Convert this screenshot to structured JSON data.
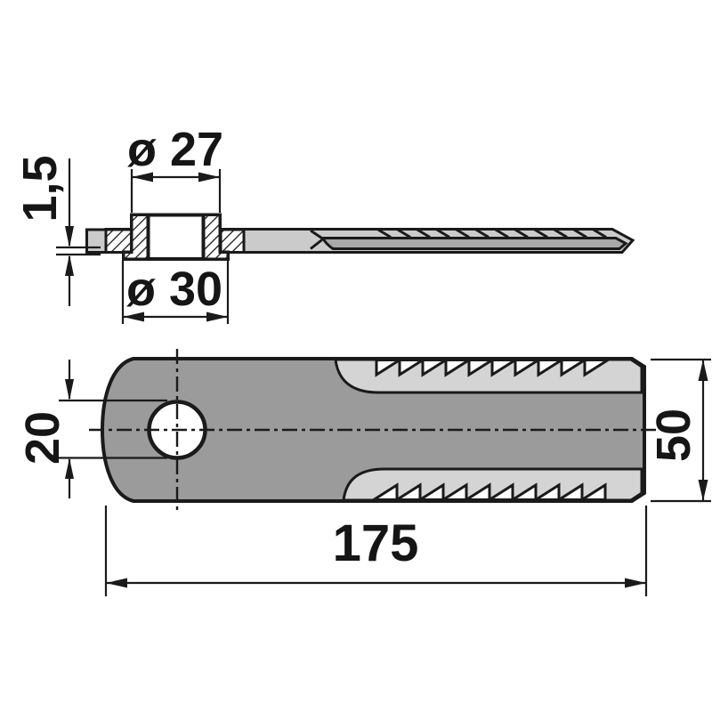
{
  "drawing": {
    "dimensions": {
      "dia_top": "ø 27",
      "dia_bottom": "ø 30",
      "flange_offset": "1,5",
      "hole_diameter": "20",
      "blade_width": "50",
      "blade_length": "175"
    },
    "colors": {
      "line": "#1a1a1a",
      "background": "#ffffff",
      "body_gray": "#9b9b9b",
      "bevel_gray": "#d4d4d4",
      "side_gray": "#cbcbcb",
      "groove_gray": "#a9a9a9"
    }
  }
}
